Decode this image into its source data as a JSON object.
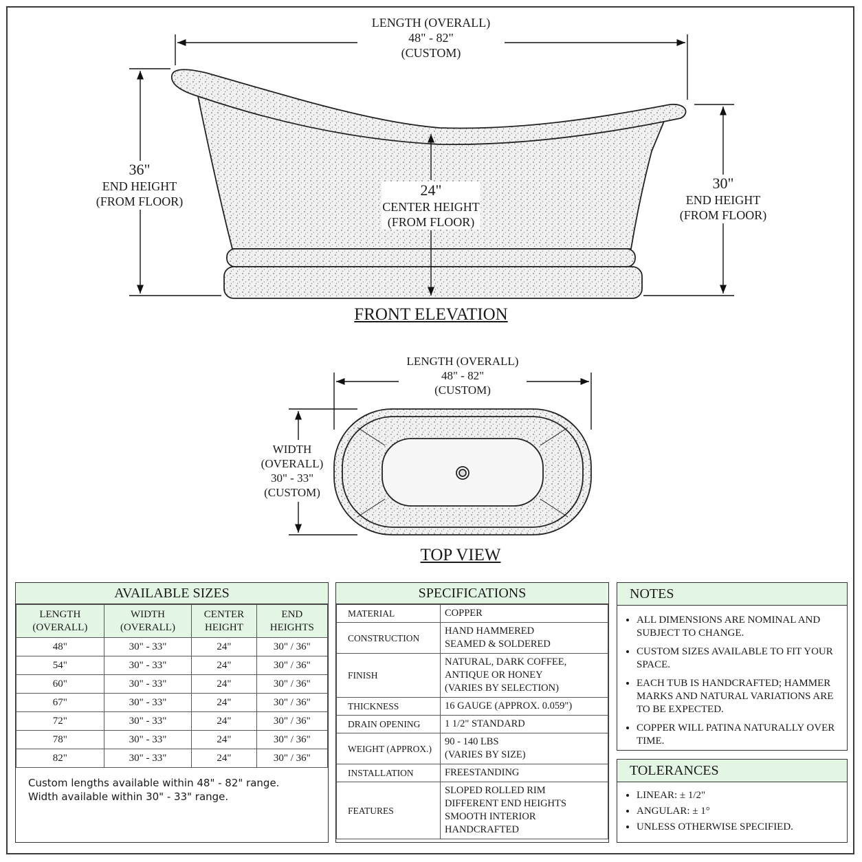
{
  "front": {
    "title": "FRONT ELEVATION",
    "length_label": "LENGTH (OVERALL)",
    "length_range": "48\" - 82\"",
    "length_custom": "(CUSTOM)",
    "left_value": "36\"",
    "left_l1": "END HEIGHT",
    "left_l2": "(FROM FLOOR)",
    "center_value": "24\"",
    "center_l1": "CENTER HEIGHT",
    "center_l2": "(FROM FLOOR)",
    "right_value": "30\"",
    "right_l1": "END HEIGHT",
    "right_l2": "(FROM FLOOR)"
  },
  "top": {
    "title": "TOP VIEW",
    "length_label": "LENGTH (OVERALL)",
    "length_range": "48\" - 82\"",
    "length_custom": "(CUSTOM)",
    "width_l1": "WIDTH",
    "width_l2": "(OVERALL)",
    "width_range": "30\" - 33\"",
    "width_custom": "(CUSTOM)"
  },
  "sizes": {
    "title": "AVAILABLE SIZES",
    "headers": [
      [
        "LENGTH",
        "(OVERALL)"
      ],
      [
        "WIDTH",
        "(OVERALL)"
      ],
      [
        "CENTER",
        "HEIGHT"
      ],
      [
        "END",
        "HEIGHTS"
      ]
    ],
    "rows": [
      [
        "48\"",
        "30\" - 33\"",
        "24\"",
        "30\" / 36\""
      ],
      [
        "54\"",
        "30\" - 33\"",
        "24\"",
        "30\" / 36\""
      ],
      [
        "60\"",
        "30\" - 33\"",
        "24\"",
        "30\" / 36\""
      ],
      [
        "67\"",
        "30\" - 33\"",
        "24\"",
        "30\" / 36\""
      ],
      [
        "72\"",
        "30\" - 33\"",
        "24\"",
        "30\" / 36\""
      ],
      [
        "78\"",
        "30\" - 33\"",
        "24\"",
        "30\" / 36\""
      ],
      [
        "82\"",
        "30\" - 33\"",
        "24\"",
        "30\" / 36\""
      ]
    ],
    "note1": "Custom lengths available within 48\" - 82\" range.",
    "note2": "Width available within 30\" - 33\" range."
  },
  "specs": {
    "title": "SPECIFICATIONS",
    "rows": [
      {
        "k": "MATERIAL",
        "v": [
          "COPPER"
        ]
      },
      {
        "k": "CONSTRUCTION",
        "v": [
          "HAND HAMMERED",
          "SEAMED & SOLDERED"
        ]
      },
      {
        "k": "FINISH",
        "v": [
          "NATURAL, DARK COFFEE,",
          "ANTIQUE OR HONEY",
          "(VARIES BY SELECTION)"
        ]
      },
      {
        "k": "THICKNESS",
        "v": [
          "16 GAUGE (APPROX. 0.059\")"
        ]
      },
      {
        "k": "DRAIN OPENING",
        "v": [
          "1 1/2\" STANDARD"
        ]
      },
      {
        "k": "WEIGHT (APPROX.)",
        "v": [
          "90 - 140 LBS",
          "(VARIES BY SIZE)"
        ]
      },
      {
        "k": "INSTALLATION",
        "v": [
          "FREESTANDING"
        ]
      },
      {
        "k": "FEATURES",
        "v": [
          "SLOPED ROLLED RIM",
          "DIFFERENT END HEIGHTS",
          "SMOOTH INTERIOR",
          "HANDCRAFTED"
        ]
      }
    ]
  },
  "notes": {
    "title": "NOTES",
    "items": [
      "ALL DIMENSIONS ARE NOMINAL AND SUBJECT TO CHANGE.",
      "CUSTOM SIZES AVAILABLE TO FIT YOUR SPACE.",
      "EACH TUB IS HANDCRAFTED; HAMMER MARKS AND NATURAL VARIATIONS ARE TO BE EXPECTED.",
      "COPPER WILL PATINA NATURALLY OVER TIME."
    ]
  },
  "tolerances": {
    "title": "TOLERANCES",
    "items": [
      "LINEAR:  ±  1/2\"",
      "ANGULAR:  ±  1°",
      "UNLESS OTHERWISE SPECIFIED."
    ]
  },
  "colors": {
    "header_fill": "#e3f5e3",
    "line": "#222222"
  }
}
